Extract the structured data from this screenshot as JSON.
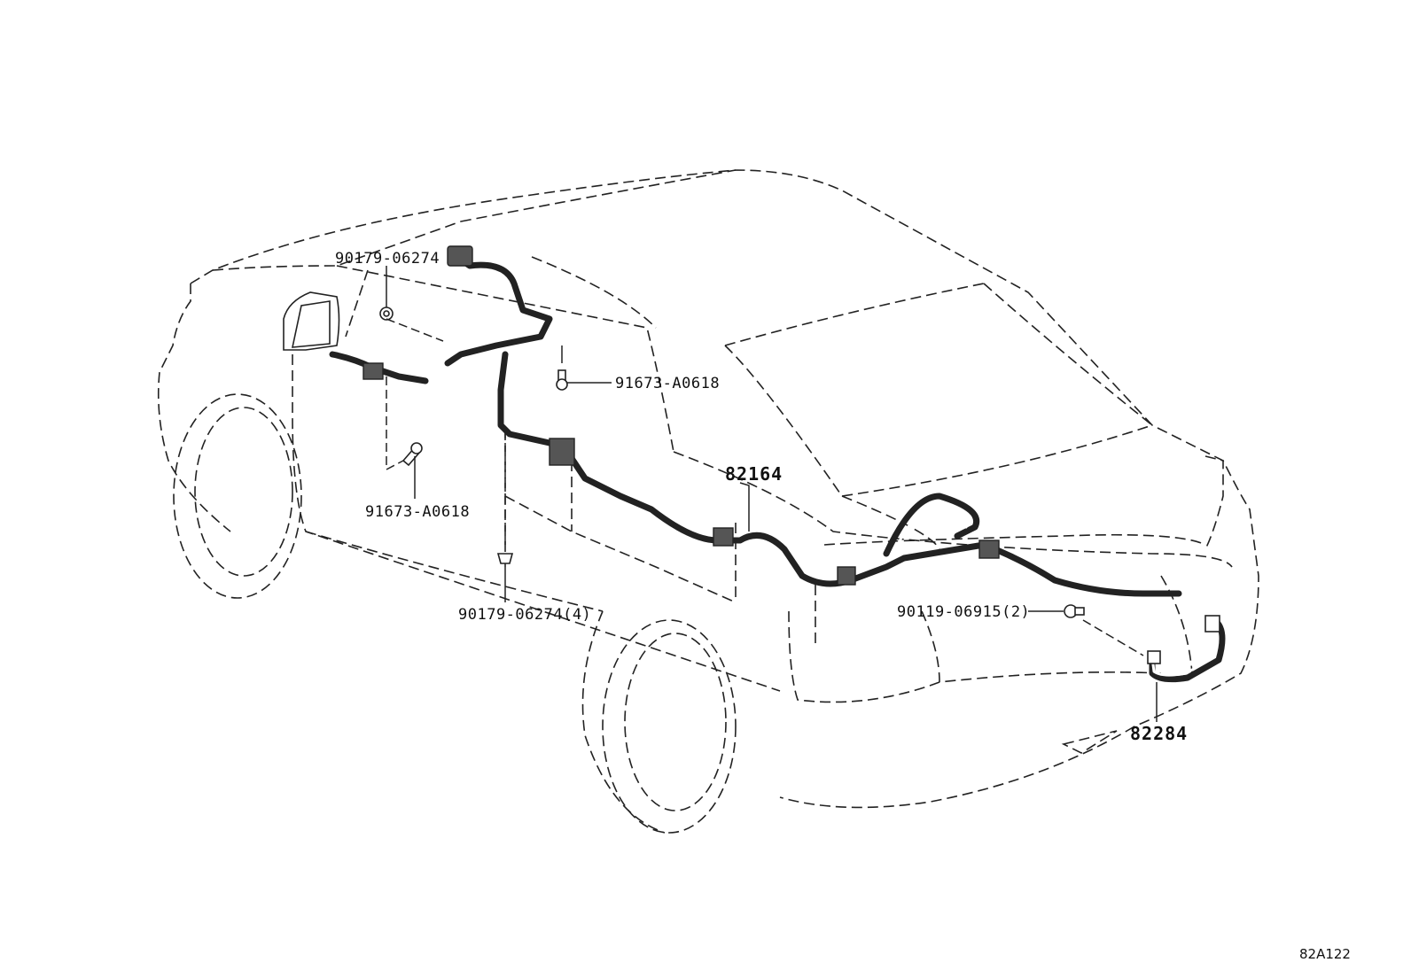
{
  "labels": {
    "clip_top": "90179-06274",
    "bolt_right": "91673-A0618",
    "bolt_left": "91673-A0618",
    "clip_bottom": "90179-06274(4)",
    "harness_main": "82164",
    "bolt_rear": "90119-06915(2)",
    "harness_rear": "82284"
  },
  "figure_ref": "82A122"
}
